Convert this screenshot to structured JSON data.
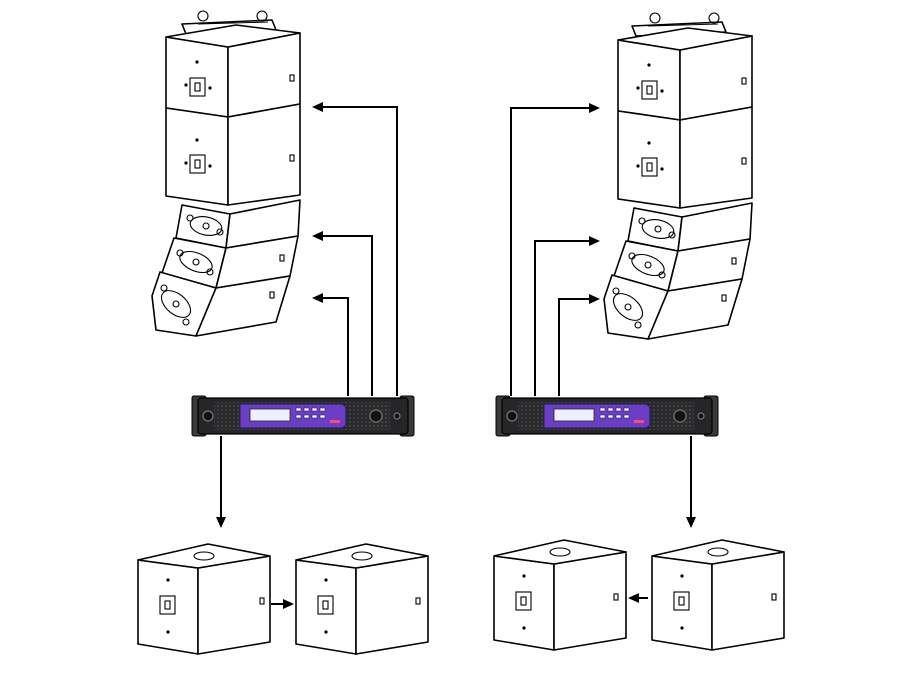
{
  "colors": {
    "amp_body": "#262628",
    "amp_panel": "#6a3fc4",
    "amp_led": "#ff4a6a",
    "line_art": "#000000",
    "background": "#ffffff"
  },
  "systems": [
    {
      "side": "left",
      "array_boxes": 5,
      "amp_outputs_to_array": 3,
      "amp_outputs_to_subs": 1,
      "subwoofers": 2,
      "sub_link_direction": "right"
    },
    {
      "side": "right",
      "array_boxes": 5,
      "amp_outputs_to_array": 3,
      "amp_outputs_to_subs": 1,
      "subwoofers": 2,
      "sub_link_direction": "left"
    }
  ]
}
